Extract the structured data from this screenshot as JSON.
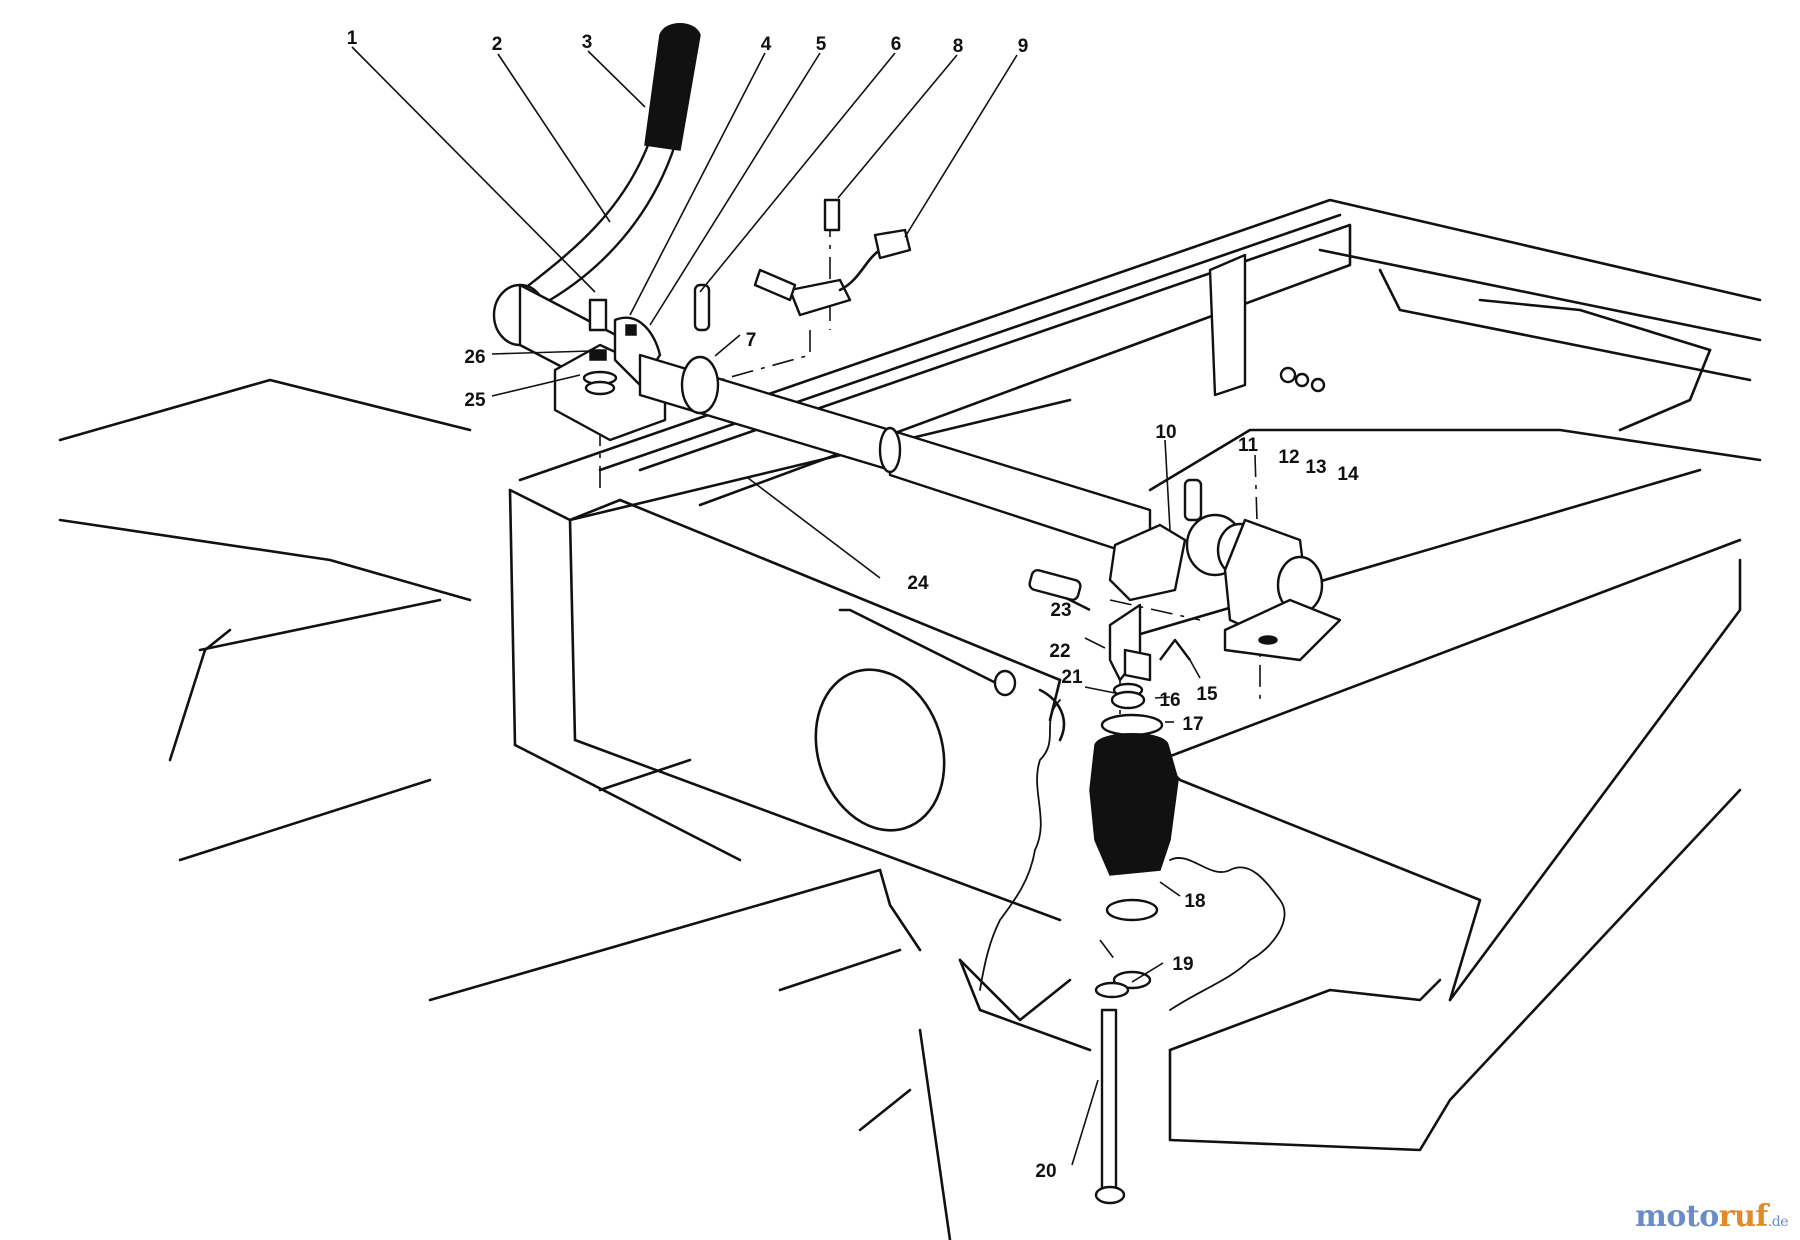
{
  "diagram": {
    "type": "exploded-parts-view",
    "callouts": [
      "1",
      "2",
      "3",
      "4",
      "5",
      "6",
      "7",
      "8",
      "9",
      "10",
      "11",
      "12",
      "13",
      "14",
      "15",
      "16",
      "17",
      "18",
      "19",
      "20",
      "21",
      "22",
      "23",
      "24",
      "25",
      "26"
    ]
  },
  "watermark": {
    "text_a": "moto",
    "text_b": "ruf",
    "text_c": ".de",
    "color_a": "#6b8cc7",
    "color_b": "#e08a2c"
  }
}
